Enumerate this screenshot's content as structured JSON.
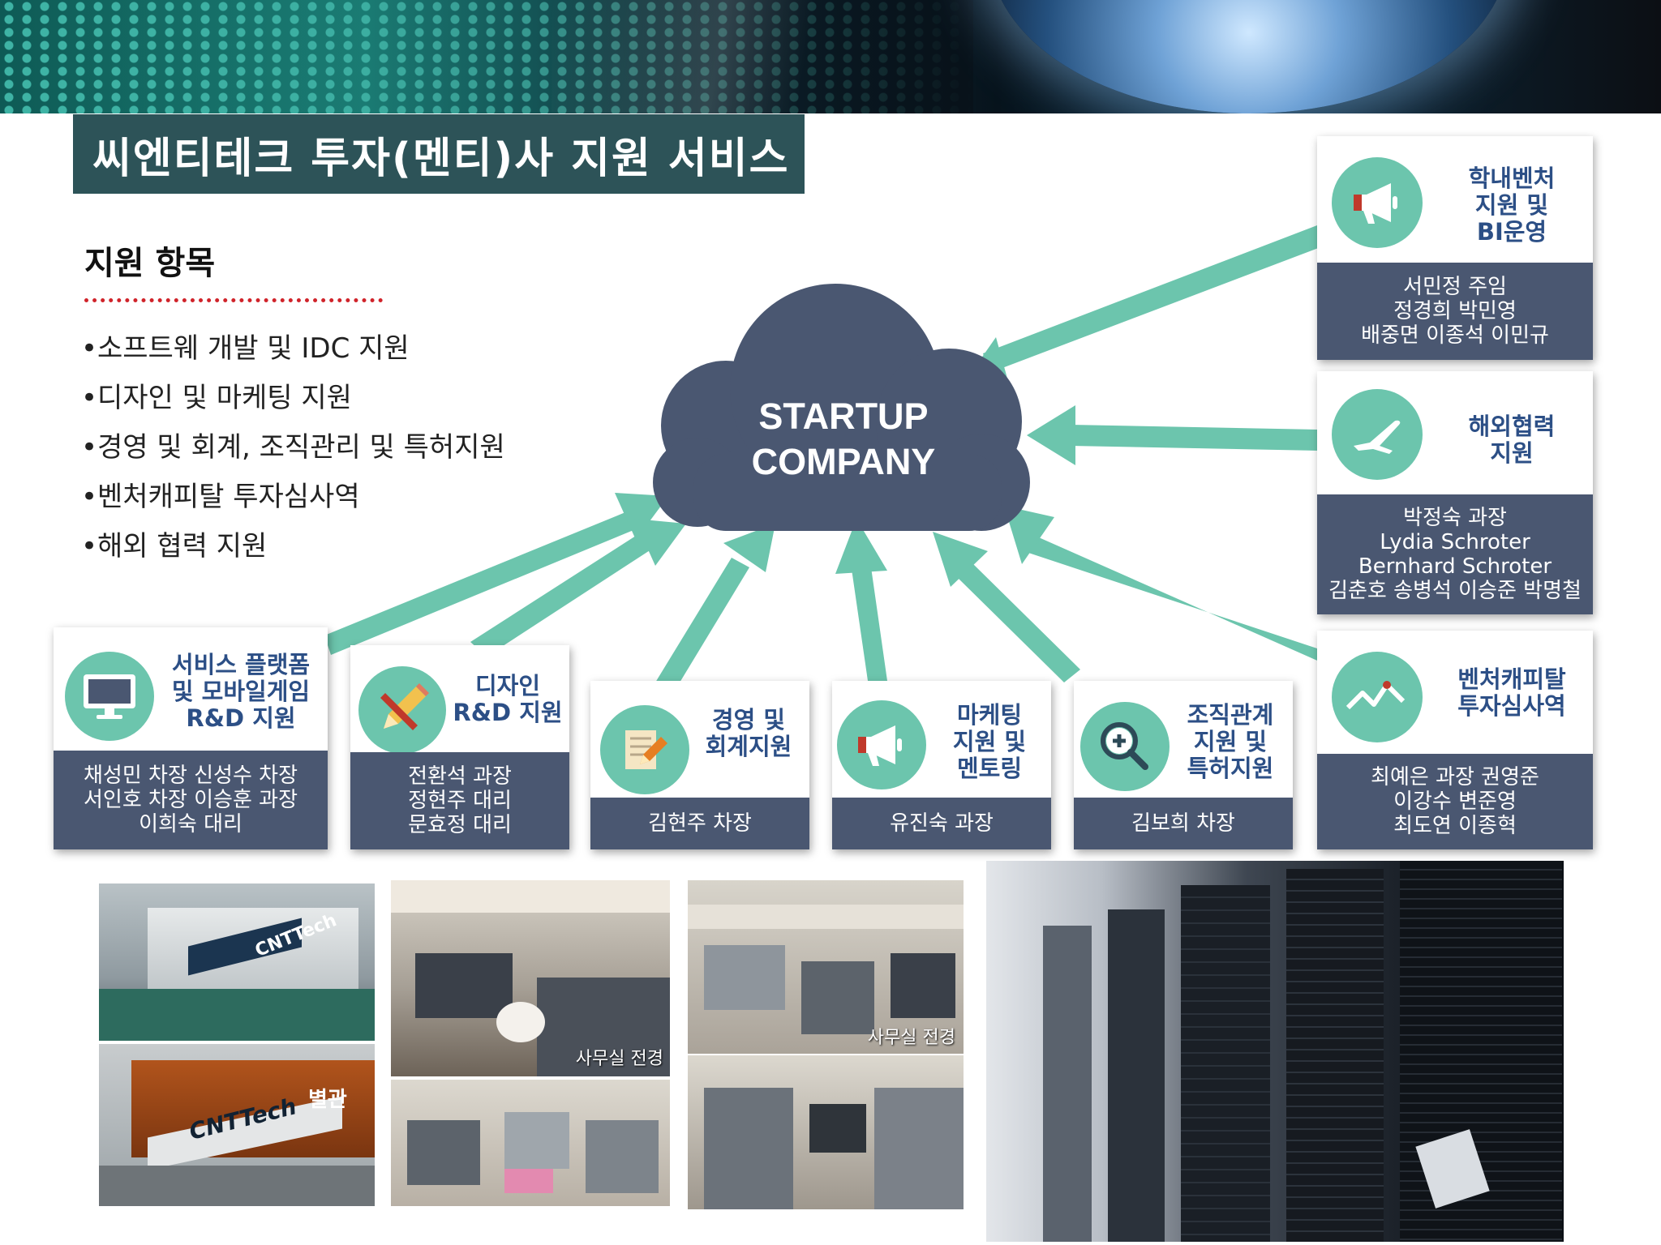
{
  "title": "씨엔티테크 투자(멘티)사 지원 서비스",
  "support_heading": "지원 항목",
  "support_items": [
    "소프트웨 개발 및 IDC 지원",
    "디자인 및 마케팅 지원",
    "경영 및 회계, 조직관리 및 특허지원",
    "벤처캐피탈 투자심사역",
    "해외 협력 지원"
  ],
  "cloud": {
    "line1": "STARTUP",
    "line2": "COMPANY"
  },
  "colors": {
    "title_bg": "#2d5358",
    "accent": "#6cc5ad",
    "card_bottom": "#4a5771",
    "card_title": "#2c4f86",
    "cloud": "#4a5771",
    "divider": "#d0232a"
  },
  "cards": {
    "campus": {
      "title": [
        "학내벤처",
        "지원 및",
        "BI운영"
      ],
      "icon": "megaphone-icon",
      "names": [
        "서민정 주임",
        "정경희 박민영",
        "배중면 이종석 이민규"
      ]
    },
    "overseas": {
      "title": [
        "해외협력",
        "지원"
      ],
      "icon": "airplane-icon",
      "names": [
        "박정숙 과장",
        "Lydia Schroter",
        "Bernhard Schroter",
        "김춘호 송병석 이승준 박명철"
      ]
    },
    "vc": {
      "title": [
        "벤처캐피탈",
        "투자심사역"
      ],
      "icon": "trend-line-icon",
      "names": [
        "최예은 과장 권영준",
        "이강수 변준영",
        "최도연 이종혁"
      ]
    },
    "platform": {
      "title": [
        "서비스 플랫폼",
        "및 모바일게임",
        "R&D 지원"
      ],
      "icon": "monitor-icon",
      "names": [
        "채성민 차장 신성수 차장",
        "서인호 차장 이승훈 과장",
        "이희숙 대리"
      ]
    },
    "design": {
      "title": [
        "디자인",
        "R&D 지원"
      ],
      "icon": "pencil-brush-icon",
      "names": [
        "전환석 과장",
        "정현주 대리",
        "문효정 대리"
      ]
    },
    "management": {
      "title": [
        "경영 및",
        "회계지원"
      ],
      "icon": "document-pencil-icon",
      "names": [
        "김현주 차장"
      ]
    },
    "marketing": {
      "title": [
        "마케팅",
        "지원 및",
        "멘토링"
      ],
      "icon": "megaphone-icon",
      "names": [
        "유진숙 과장"
      ]
    },
    "org": {
      "title": [
        "조직관계",
        "지원 및",
        "특허지원"
      ],
      "icon": "magnifier-plus-icon",
      "names": [
        "김보희 차장"
      ]
    }
  },
  "photos": {
    "office_caption_1": "사무실 전경",
    "office_caption_2": "사무실 전경",
    "building_sign": "CNTTech",
    "building_sign_2": "별관"
  }
}
